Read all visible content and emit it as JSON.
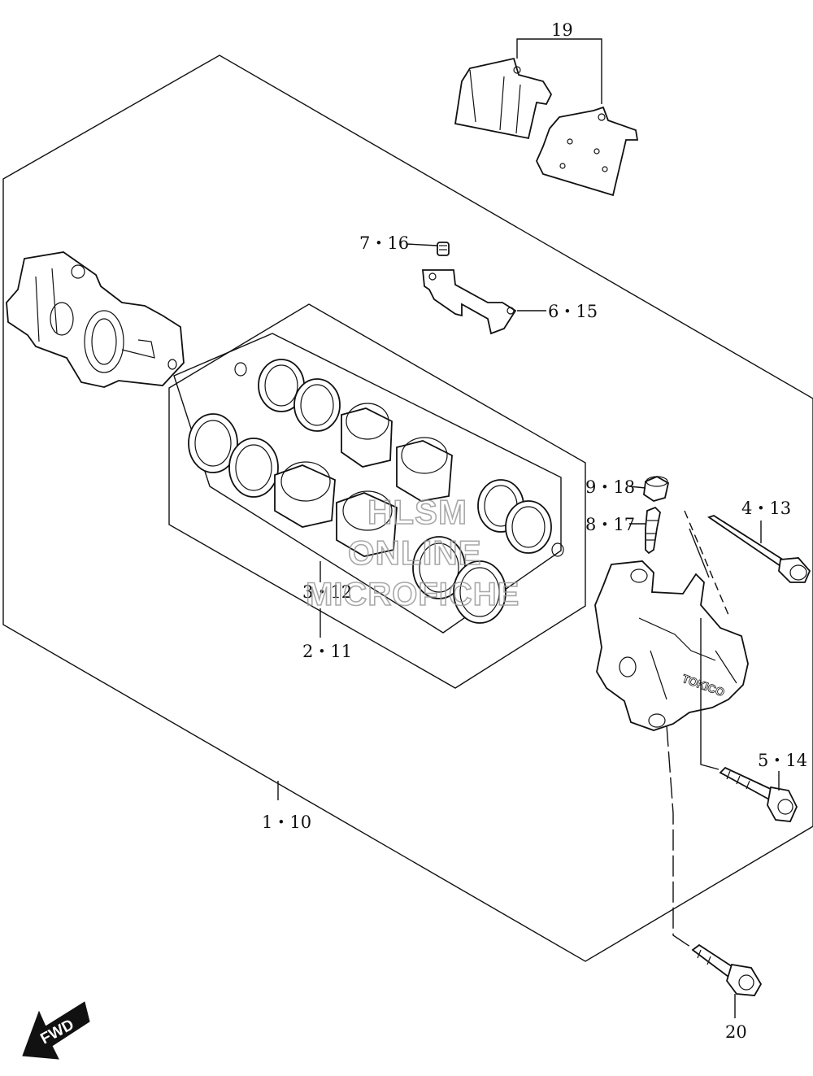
{
  "callouts": {
    "c19": "19",
    "c7_16": "7・16",
    "c6_15": "6・15",
    "c9_18": "9・18",
    "c8_17": "8・17",
    "c4_13": "4・13",
    "c3_12": "3・12",
    "c2_11": "2・11",
    "c5_14": "5・14",
    "c1_10": "1・10",
    "c20": "20"
  },
  "caliper_brand": "TOKICO",
  "watermark": {
    "line1": "HLSM",
    "line2": "ONLINE",
    "line3": "MICROFICHE"
  },
  "fwd_label": "FWD"
}
